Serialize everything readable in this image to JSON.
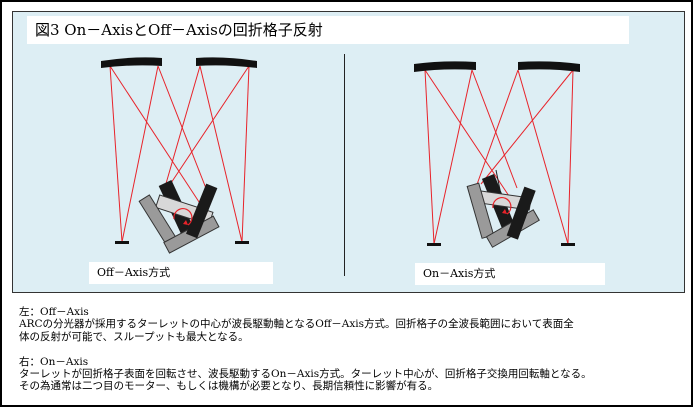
{
  "figure": {
    "title": "図3 On－AxisとOff－Axisの回折格子反射",
    "left_label": "Off－Axis方式",
    "right_label": "On－Axis方式"
  },
  "colors": {
    "figure_bg": "#ddeef4",
    "beam": "#e8232a",
    "mirror": "#111111",
    "grating_dark": "#1a1a1a",
    "grating_gray": "#9a9a9a",
    "grating_light": "#d8d8d8"
  },
  "caption": {
    "left": {
      "heading": "左：Off－Axis",
      "lines": [
        "ARCの分光器が採用するターレットの中心が波長駆動軸となるOff－Axis方式。回折格子の全波長範囲において表面全",
        "体の反射が可能で、スループットも最大となる。"
      ]
    },
    "right": {
      "heading": "右：On－Axis",
      "lines": [
        "ターレットが回折格子表面を回転させ、波長駆動するOn－Axis方式。ターレット中心が、回折格子交換用回転軸となる。",
        "その為通常は二つ目のモーター、もしくは機構が必要となり、長期信頼性に影響が有る。"
      ]
    }
  }
}
